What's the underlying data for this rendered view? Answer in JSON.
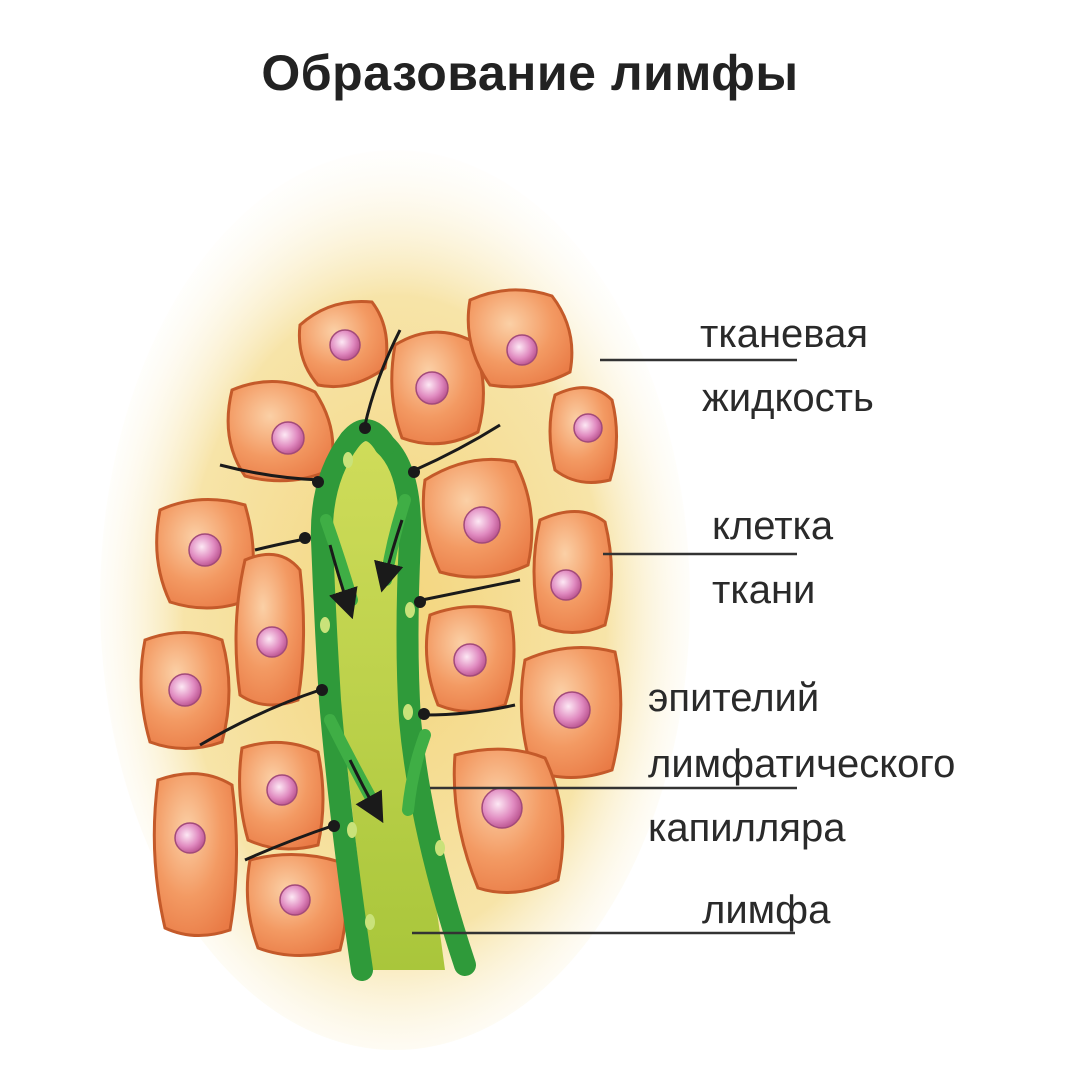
{
  "title": "Образование лимфы",
  "labels": {
    "tissue_fluid": [
      "тканевая",
      "жидкость"
    ],
    "tissue_cell": [
      "клетка",
      "ткани"
    ],
    "capillary_epithelium": [
      "эпителий",
      "лимфатического",
      "капилляра"
    ],
    "lymph": "лимфа"
  },
  "colors": {
    "background_glow": "#f5dc8a",
    "cell_fill": "#f4a06a",
    "cell_outline": "#c45a2a",
    "nucleus": "#d77fb0",
    "capillary_wall": "#2f9a3a",
    "lymph_fill": "#bfd24a",
    "leader_line": "#333333"
  }
}
